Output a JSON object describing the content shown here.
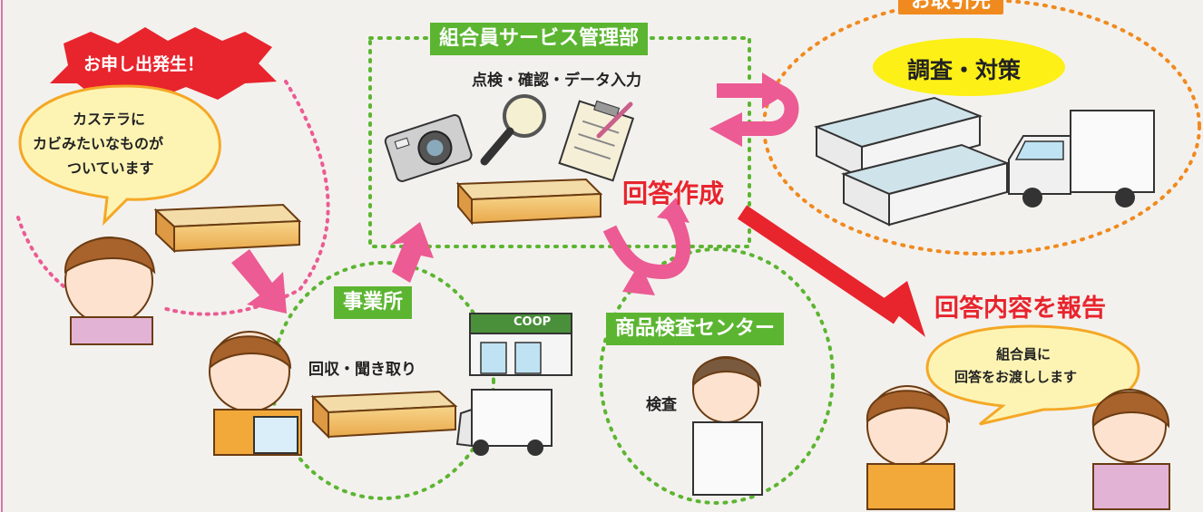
{
  "event_badge": "お申し出発生！",
  "member_speech": [
    "カステラに",
    "カビみたいなものが",
    "ついています"
  ],
  "business_office": {
    "title": "事業所",
    "action": "回収・聞き取り",
    "store_sign": "COOP"
  },
  "service_dept": {
    "title": "組合員サービス管理部",
    "action": "点検・確認・データ入力"
  },
  "inspection_center": {
    "title": "商品検査センター",
    "action": "検査"
  },
  "supplier": {
    "title": "お取引先",
    "action": "調査・対策"
  },
  "answer_creation": "回答作成",
  "report_answer": "回答内容を報告",
  "final_speech": [
    "組合員に",
    "回答をお渡しします"
  ],
  "colors": {
    "green": "#5cb531",
    "orange": "#f08a1e",
    "red": "#e8242d",
    "pink": "#ec5b93",
    "yellow_bubble": "#fdf4b4"
  }
}
